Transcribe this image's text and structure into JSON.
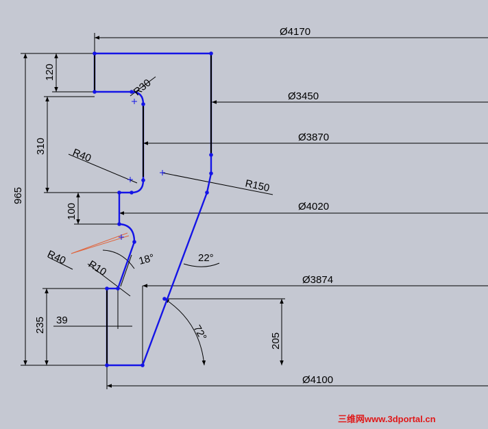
{
  "colors": {
    "background": "#c5c8d2",
    "profile": "#1414e6",
    "dimension_line": "#000000",
    "leader": "#e0643c",
    "watermark": "#e01818"
  },
  "dimensions": {
    "d4170": "Ø4170",
    "d3450": "Ø3450",
    "d3870": "Ø3870",
    "d4020": "Ø4020",
    "d3874": "Ø3874",
    "d4100": "Ø4100",
    "h965": "965",
    "h120": "120",
    "h310": "310",
    "h100": "100",
    "h235": "235",
    "w39": "39",
    "h205": "205",
    "r30": "R30",
    "r40_upper": "R40",
    "r40_lower": "R40",
    "r10": "R10",
    "r150": "R150",
    "a18": "18°",
    "a22": "22°",
    "a72": "72°"
  },
  "watermark": "三维网www.3dportal.cn"
}
